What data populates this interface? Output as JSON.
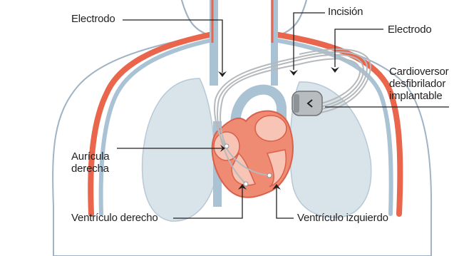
{
  "labels": {
    "electrodo_left": "Electrodo",
    "incision": "Incisión",
    "electrodo_right": "Electrodo",
    "cardioversor": [
      "Cardioversor",
      "desfibrilador",
      "implantable"
    ],
    "auricula": [
      "Aurícula",
      "derecha"
    ],
    "ventriculo_derecho": "Ventrículo derecho",
    "ventriculo_izquierdo": "Ventrículo izquierdo"
  },
  "colors": {
    "body_fill": "#ffffff",
    "body_outline": "#9fb3c4",
    "lung_fill": "#d9e3ea",
    "vessel_blue": "#a9c2d4",
    "vessel_red": "#e9654b",
    "heart_red": "#ef8a73",
    "heart_light": "#f8c4b5",
    "lead_wire": "#c9ccce",
    "device": "#b8bcbf",
    "label_text": "#231f20"
  },
  "icons": {
    "device": "icd-device-icon",
    "arrow": "arrow-down-icon"
  }
}
